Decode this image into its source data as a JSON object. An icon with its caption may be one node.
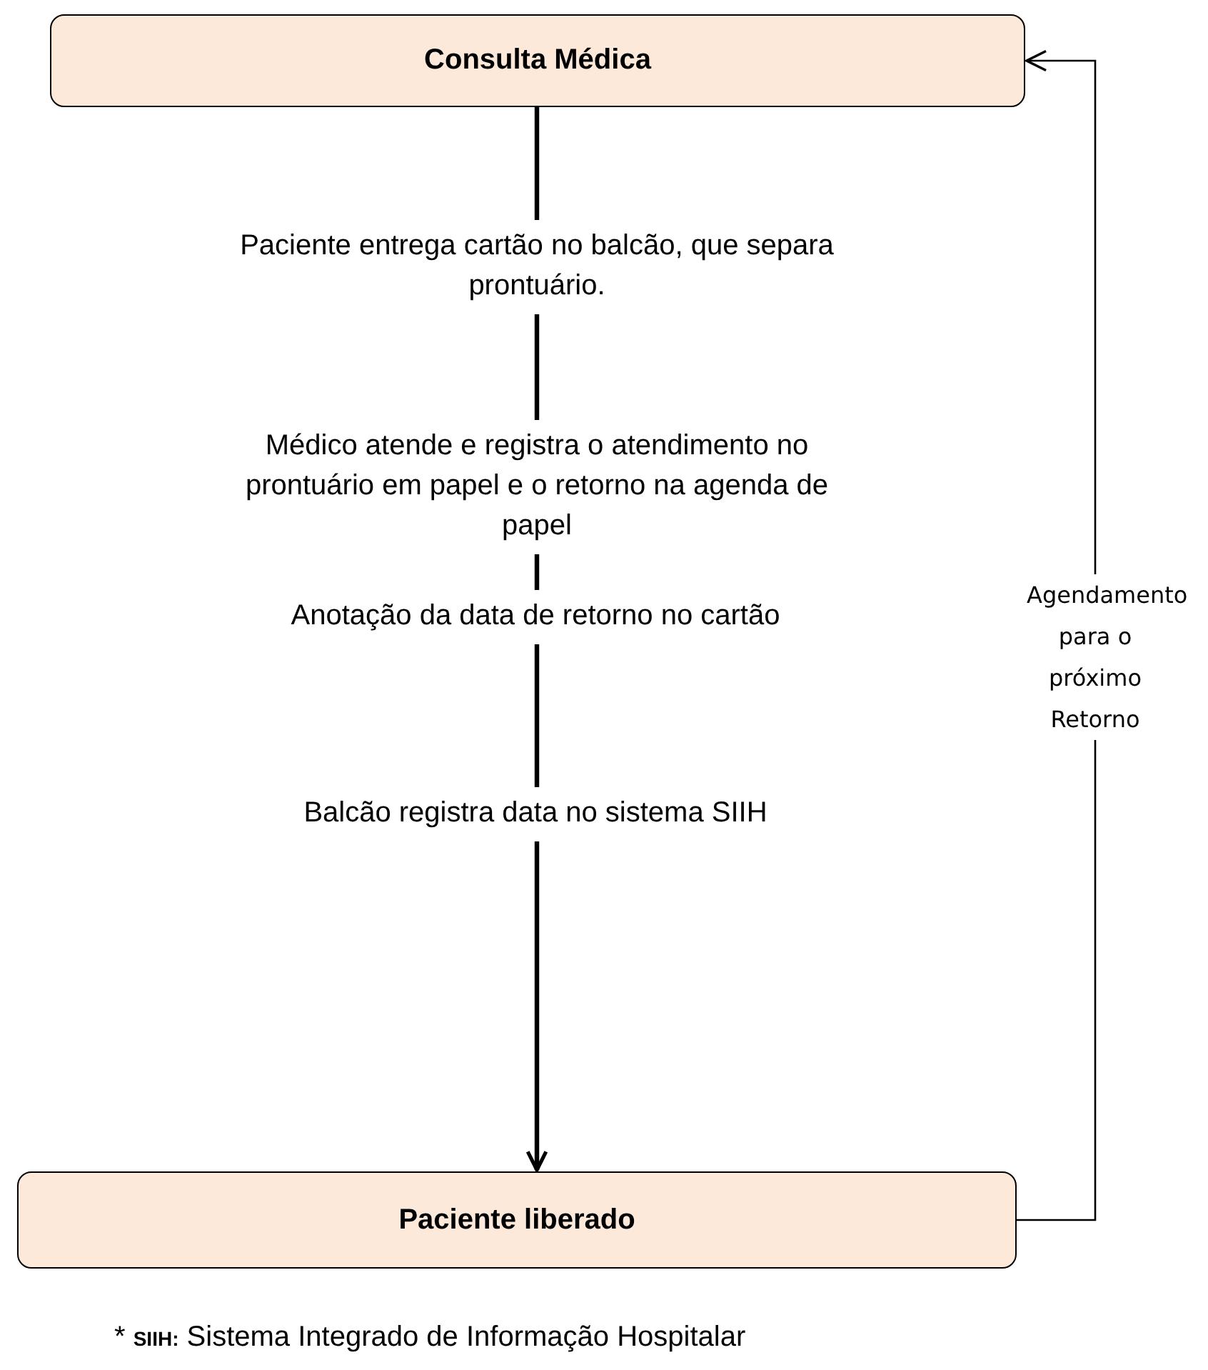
{
  "diagram": {
    "nodes": [
      {
        "text": [
          "Consulta Médica"
        ]
      },
      {
        "text": [
          "Paciente entrega cartão no balcão, que separa prontuário."
        ]
      },
      {
        "text": [
          "Médico atende e registra o atendimento no prontuário em papel e o retorno na agenda de papel"
        ]
      },
      {
        "text": [
          "Anotação da data de retorno no cartão"
        ]
      },
      {
        "text": [
          "Balcão registra data no sistema SIIH"
        ]
      },
      {
        "text": [
          "Paciente liberado"
        ]
      }
    ],
    "edges": [
      {
        "from": 0,
        "to": 1,
        "arrow": "none"
      },
      {
        "from": 1,
        "to": 2,
        "arrow": "none"
      },
      {
        "from": 2,
        "to": 3,
        "arrow": "none"
      },
      {
        "from": 3,
        "to": 4,
        "arrow": "none"
      },
      {
        "from": 4,
        "to": 5,
        "arrow": "to"
      },
      {
        "from": 5,
        "to": 0,
        "arrow": "to",
        "label": "Agendamento para o próximo Retorno"
      }
    ],
    "labels": [
      "* **SIIH:** Sistema Integrado de Informação Hospitalar"
    ]
  }
}
